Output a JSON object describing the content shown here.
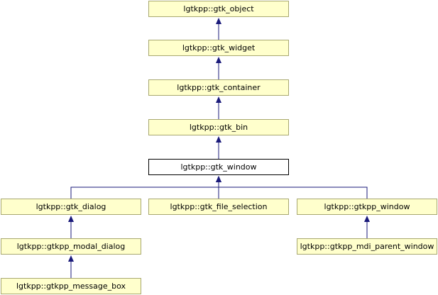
{
  "diagram": {
    "nodes": [
      {
        "id": "gtk_object",
        "label": "lgtkpp::gtk_object"
      },
      {
        "id": "gtk_widget",
        "label": "lgtkpp::gtk_widget"
      },
      {
        "id": "gtk_container",
        "label": "lgtkpp::gtk_container"
      },
      {
        "id": "gtk_bin",
        "label": "lgtkpp::gtk_bin"
      },
      {
        "id": "gtk_window",
        "label": "lgtkpp::gtk_window",
        "current": true
      },
      {
        "id": "gtk_dialog",
        "label": "lgtkpp::gtk_dialog"
      },
      {
        "id": "gtk_file_selection",
        "label": "lgtkpp::gtk_file_selection"
      },
      {
        "id": "gtkpp_window",
        "label": "lgtkpp::gtkpp_window"
      },
      {
        "id": "gtkpp_modal_dialog",
        "label": "lgtkpp::gtkpp_modal_dialog"
      },
      {
        "id": "gtkpp_mdi_parent_window",
        "label": "lgtkpp::gtkpp_mdi_parent_window"
      },
      {
        "id": "gtkpp_message_box",
        "label": "lgtkpp::gtkpp_message_box"
      }
    ],
    "edges": [
      {
        "from": "gtk_widget",
        "to": "gtk_object"
      },
      {
        "from": "gtk_container",
        "to": "gtk_widget"
      },
      {
        "from": "gtk_bin",
        "to": "gtk_container"
      },
      {
        "from": "gtk_window",
        "to": "gtk_bin"
      },
      {
        "from": "gtk_dialog",
        "to": "gtk_window"
      },
      {
        "from": "gtk_file_selection",
        "to": "gtk_window"
      },
      {
        "from": "gtkpp_window",
        "to": "gtk_window"
      },
      {
        "from": "gtkpp_modal_dialog",
        "to": "gtk_dialog"
      },
      {
        "from": "gtkpp_message_box",
        "to": "gtkpp_modal_dialog"
      },
      {
        "from": "gtkpp_mdi_parent_window",
        "to": "gtkpp_window"
      }
    ],
    "colors": {
      "node_fill": "#ffffcc",
      "node_border": "#a8a870",
      "current_fill": "#ffffff",
      "current_border": "#000000",
      "edge": "#1a1a7a"
    }
  }
}
